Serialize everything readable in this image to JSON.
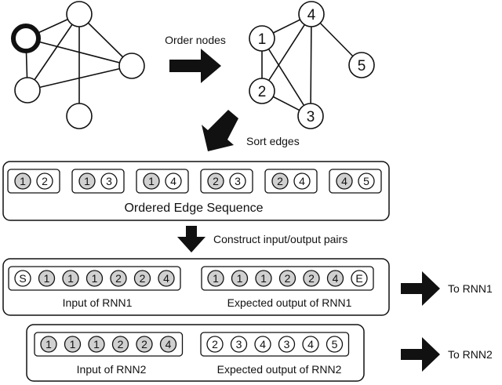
{
  "labels": {
    "order_nodes": "Order nodes",
    "sort_edges": "Sort edges",
    "construct_pairs": "Construct input/output pairs",
    "ordered_edge_sequence": "Ordered Edge Sequence",
    "to_rnn1": "To RNN1",
    "to_rnn2": "To RNN2"
  },
  "unordered_graph": {
    "nodes": [
      "",
      "",
      "",
      "",
      ""
    ],
    "edges": [
      [
        0,
        1
      ],
      [
        0,
        2
      ],
      [
        0,
        3
      ],
      [
        1,
        2
      ],
      [
        1,
        3
      ],
      [
        1,
        4
      ],
      [
        2,
        3
      ]
    ],
    "highlighted_node": 0
  },
  "ordered_graph": {
    "nodes": [
      "1",
      "4",
      "5",
      "2",
      "3"
    ],
    "edges": [
      [
        0,
        1
      ],
      [
        0,
        3
      ],
      [
        0,
        4
      ],
      [
        1,
        3
      ],
      [
        1,
        4
      ],
      [
        1,
        2
      ],
      [
        3,
        4
      ]
    ]
  },
  "edge_sequence": [
    {
      "a": "1",
      "b": "2",
      "a_filled": true,
      "b_filled": false
    },
    {
      "a": "1",
      "b": "3",
      "a_filled": true,
      "b_filled": false
    },
    {
      "a": "1",
      "b": "4",
      "a_filled": true,
      "b_filled": false
    },
    {
      "a": "2",
      "b": "3",
      "a_filled": true,
      "b_filled": false
    },
    {
      "a": "2",
      "b": "4",
      "a_filled": true,
      "b_filled": false
    },
    {
      "a": "4",
      "b": "5",
      "a_filled": true,
      "b_filled": false
    }
  ],
  "rnn1": {
    "input_label": "Input of RNN1",
    "output_label": "Expected output of RNN1",
    "input": [
      {
        "t": "S",
        "filled": false
      },
      {
        "t": "1",
        "filled": true
      },
      {
        "t": "1",
        "filled": true
      },
      {
        "t": "1",
        "filled": true
      },
      {
        "t": "2",
        "filled": true
      },
      {
        "t": "2",
        "filled": true
      },
      {
        "t": "4",
        "filled": true
      }
    ],
    "output": [
      {
        "t": "1",
        "filled": true
      },
      {
        "t": "1",
        "filled": true
      },
      {
        "t": "1",
        "filled": true
      },
      {
        "t": "2",
        "filled": true
      },
      {
        "t": "2",
        "filled": true
      },
      {
        "t": "4",
        "filled": true
      },
      {
        "t": "E",
        "filled": false
      }
    ]
  },
  "rnn2": {
    "input_label": "Input of RNN2",
    "output_label": "Expected output of RNN2",
    "input": [
      {
        "t": "1",
        "filled": true
      },
      {
        "t": "1",
        "filled": true
      },
      {
        "t": "1",
        "filled": true
      },
      {
        "t": "2",
        "filled": true
      },
      {
        "t": "2",
        "filled": true
      },
      {
        "t": "4",
        "filled": true
      }
    ],
    "output": [
      {
        "t": "2",
        "filled": false
      },
      {
        "t": "3",
        "filled": false
      },
      {
        "t": "4",
        "filled": false
      },
      {
        "t": "3",
        "filled": false
      },
      {
        "t": "4",
        "filled": false
      },
      {
        "t": "5",
        "filled": false
      }
    ]
  },
  "colors": {
    "token_fill": "#d0d0d0",
    "stroke": "#111111",
    "background": "#ffffff"
  }
}
